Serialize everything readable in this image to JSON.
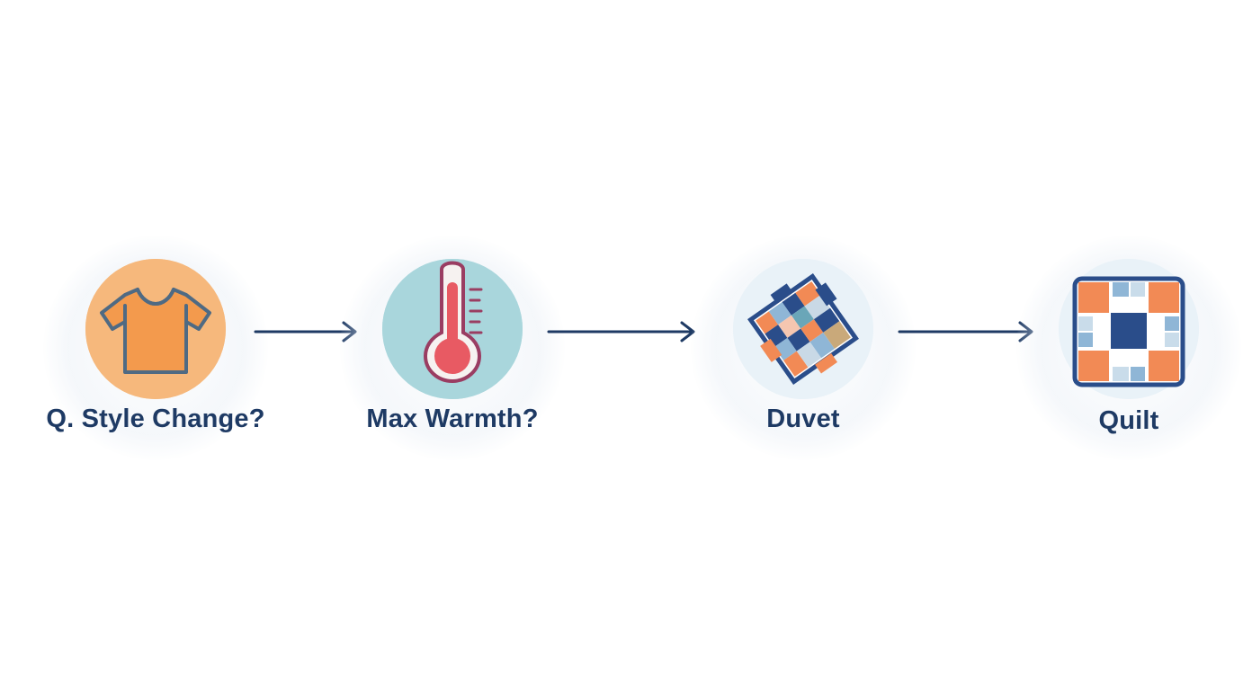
{
  "steps": [
    {
      "label": "Q. Style Change?",
      "icon": "t-shirt-icon"
    },
    {
      "label": "Max Warmth?",
      "icon": "thermometer-icon"
    },
    {
      "label": "Duvet",
      "icon": "duvet-patchwork-icon"
    },
    {
      "label": "Quilt",
      "icon": "quilt-grid-icon"
    }
  ],
  "colors": {
    "text": "#1e3a64",
    "arrow": "#1e3a64",
    "orange": "#f39a4d",
    "teal": "#a9d6dc",
    "red": "#e85a63",
    "navy": "#2a4d8a",
    "light_blue": "#e9f2f8"
  }
}
